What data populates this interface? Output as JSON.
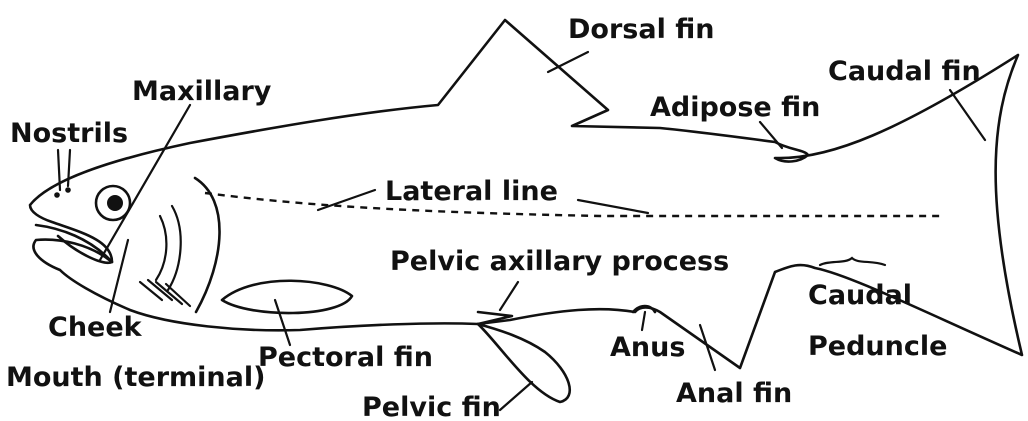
{
  "labels": {
    "dorsal_fin": "Dorsal fin",
    "caudal_fin": "Caudal fin",
    "adipose_fin": "Adipose fin",
    "maxillary": "Maxillary",
    "nostrils": "Nostrils",
    "lateral_line": "Lateral line",
    "pelvic_axillary_process": "Pelvic axillary process",
    "caudal_peduncle_1": "Caudal",
    "caudal_peduncle_2": "Peduncle",
    "cheek": "Cheek",
    "mouth": "Mouth (terminal)",
    "pectoral_fin": "Pectoral fin",
    "anus": "Anus",
    "anal_fin": "Anal fin",
    "pelvic_fin": "Pelvic fin"
  }
}
